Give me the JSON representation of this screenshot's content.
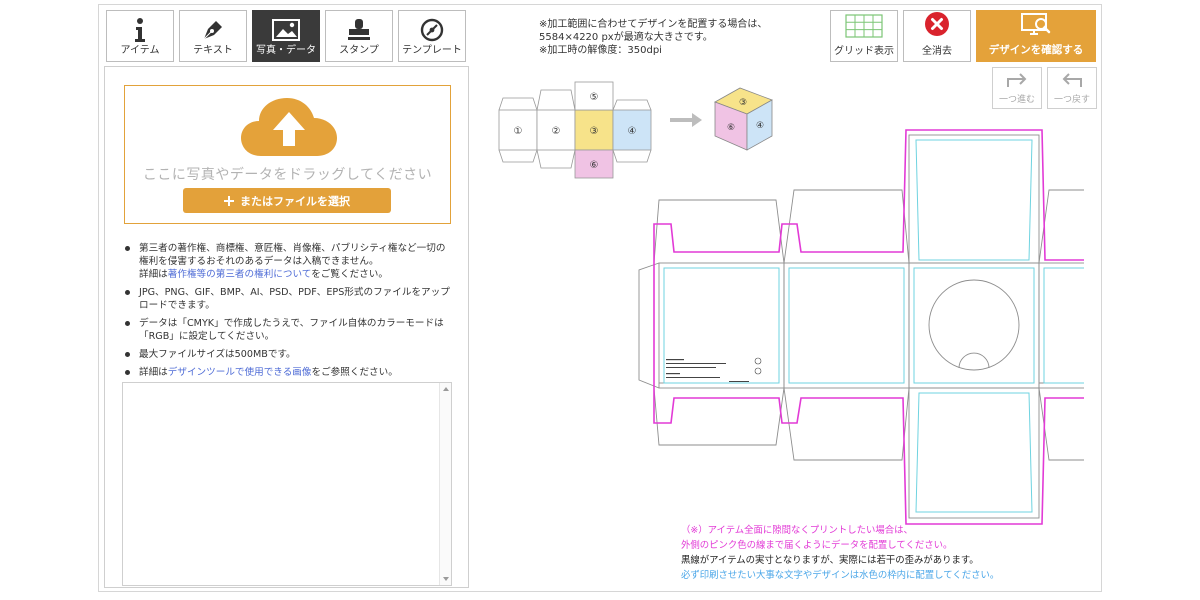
{
  "tool_tabs": [
    {
      "label": "アイテム",
      "icon": "info-icon"
    },
    {
      "label": "テキスト",
      "icon": "pen-icon"
    },
    {
      "label": "写真・データ",
      "icon": "image-icon"
    },
    {
      "label": "スタンプ",
      "icon": "stamp-icon"
    },
    {
      "label": "テンプレート",
      "icon": "template-icon"
    }
  ],
  "upload": {
    "hint": "ここに写真やデータをドラッグしてください",
    "button_label": "またはファイルを選択"
  },
  "notes": {
    "n1_text": "第三者の著作権、商標権、意匠権、肖像権、パブリシティ権など一切の権利を侵害するおそれのあるデータは入稿できません。",
    "n1_pre": "詳細は",
    "n1_link": "著作権等の第三者の権利について",
    "n1_post": "をご覧ください。",
    "n2": "JPG、PNG、GIF、BMP、AI、PSD、PDF、EPS形式のファイルをアップロードできます。",
    "n3": "データは「CMYK」で作成したうえで、ファイル自体のカラーモードは「RGB」に設定してください。",
    "n4": "最大ファイルサイズは500MBです。",
    "n5_pre": "詳細は",
    "n5_link": "デザインツールで使用できる画像",
    "n5_post": "をご参照ください。"
  },
  "top_info": {
    "line1": "※加工範囲に合わせてデザインを配置する場合は、",
    "line2": "5584×4220 pxが最適な大きさです。",
    "line3": "※加工時の解像度：350dpi"
  },
  "actions": {
    "grid": "グリッド表示",
    "clear": "全消去",
    "confirm": "デザインを確認する",
    "redo": "一つ進む",
    "undo": "一つ戻す"
  },
  "diagram": {
    "faces": [
      "①",
      "②",
      "③",
      "④",
      "⑤",
      "⑥"
    ]
  },
  "bottom_notes": {
    "line1": "（※）アイテム全面に隙間なくプリントしたい場合は、",
    "line2": "外側のピンク色の線まで届くようにデータを配置してください。",
    "line3": "黒線がアイテムの実寸となりますが、実際には若干の歪みがあります。",
    "line4": "必ず印刷させたい大事な文字やデザインは水色の枠内に配置してください。"
  },
  "colors": {
    "accent": "#e4a23a",
    "pink": "#e23ad6",
    "cyan": "#6fd3e0",
    "link": "#4f6cd6",
    "danger": "#d9232d"
  }
}
